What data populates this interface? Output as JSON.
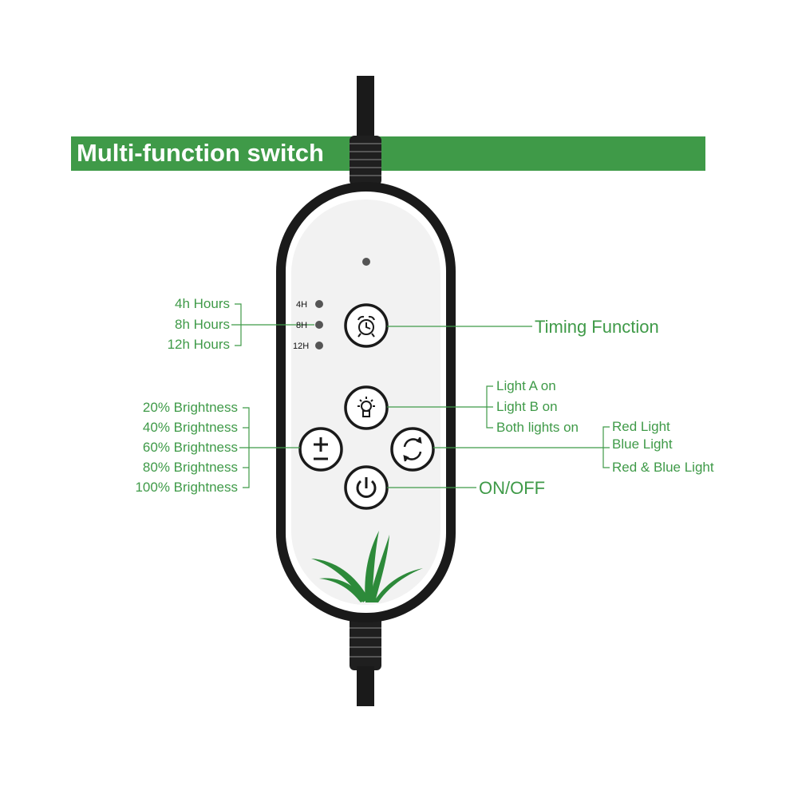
{
  "title": "Multi-function switch",
  "colors": {
    "accent_green": "#3f9a48",
    "device_body": "#1a1a1a",
    "panel": "#f2f2f2"
  },
  "indicators": [
    "4H",
    "8H",
    "12H"
  ],
  "timer_labels": [
    "4h Hours",
    "8h Hours",
    "12h Hours"
  ],
  "brightness_labels": [
    "20% Brightness",
    "40% Brightness",
    "60% Brightness",
    "80% Brightness",
    "100% Brightness"
  ],
  "light_labels": [
    "Light A on",
    "Light B on",
    "Both lights on"
  ],
  "color_labels": [
    "Red Light",
    "Blue Light",
    "Red & Blue Light"
  ],
  "timing_label": "Timing Function",
  "power_label": "ON/OFF",
  "buttons": [
    {
      "name": "timer-button",
      "icon": "alarm-clock-icon"
    },
    {
      "name": "light-select-button",
      "icon": "light-bulb-icon"
    },
    {
      "name": "brightness-button",
      "icon": "plus-minus-icon"
    },
    {
      "name": "color-cycle-button",
      "icon": "cycle-arrows-icon"
    },
    {
      "name": "power-button",
      "icon": "power-icon"
    }
  ]
}
